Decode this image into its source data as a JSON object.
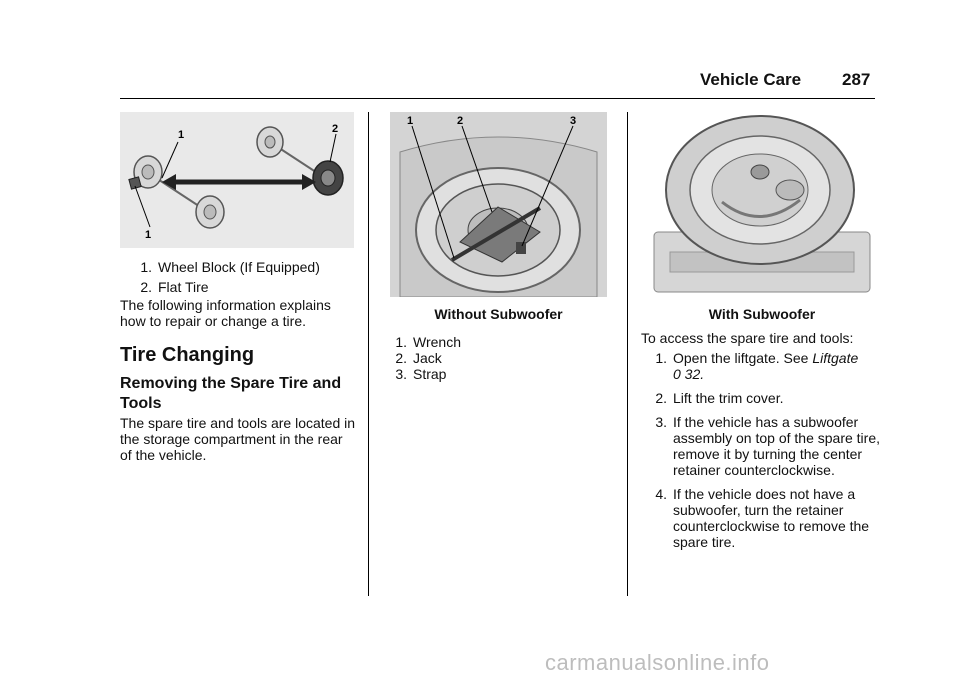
{
  "header": {
    "title": "Vehicle Care",
    "page_number": "287"
  },
  "figure1": {
    "callouts": [
      "1",
      "2",
      "1"
    ],
    "legend": [
      {
        "num": "1.",
        "label": "Wheel Block (If Equipped)"
      },
      {
        "num": "2.",
        "label": "Flat Tire"
      }
    ]
  },
  "intro_text": "The following information explains how to repair or change a tire.",
  "section_title": "Tire Changing",
  "subsection_title": "Removing the Spare Tire and Tools",
  "subsection_text": "The spare tire and tools are located in the storage compartment in the rear of the vehicle.",
  "figure2": {
    "callouts": [
      "1",
      "2",
      "3"
    ],
    "caption": "Without Subwoofer",
    "legend": [
      {
        "num": "1.",
        "label": "Wrench"
      },
      {
        "num": "2.",
        "label": "Jack"
      },
      {
        "num": "3.",
        "label": "Strap"
      }
    ]
  },
  "figure3": {
    "caption": "With Subwoofer"
  },
  "access_intro": "To access the spare tire and tools:",
  "steps": [
    {
      "num": "1.",
      "text": "Open the liftgate. See ",
      "ref": "Liftgate",
      "page_ref": "0 32."
    },
    {
      "num": "2.",
      "text": "Lift the trim cover."
    },
    {
      "num": "3.",
      "text": "If the vehicle has a subwoofer assembly on top of the spare tire, remove it by turning the center retainer counterclockwise."
    },
    {
      "num": "4.",
      "text": "If the vehicle does not have a subwoofer, turn the retainer counterclockwise to remove the spare tire."
    }
  ],
  "watermark": "carmanualsonline.info"
}
